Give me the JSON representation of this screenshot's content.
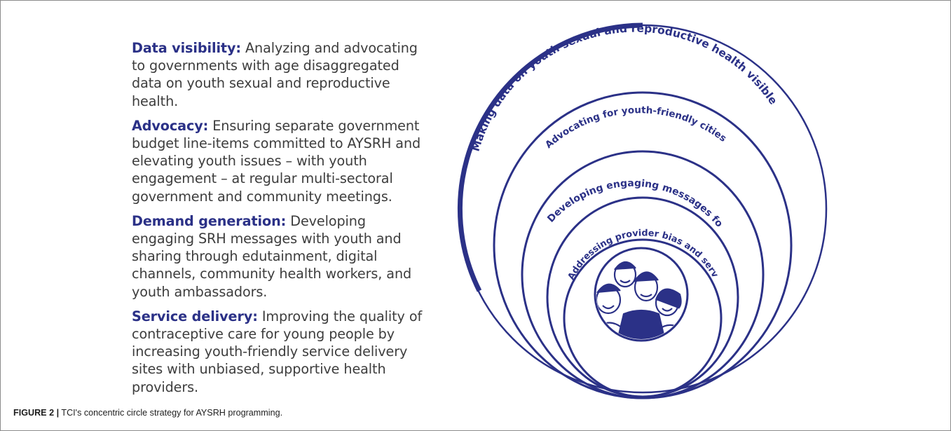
{
  "paragraphs": [
    {
      "heading": "Data visibility:",
      "body": " Analyzing and advocating to governments with age disaggregated data on youth sexual and reproductive health."
    },
    {
      "heading": "Advocacy:",
      "body": " Ensuring separate government budget line-items committed to AYSRH and elevating youth issues – with youth engagement – at regular multi-sectoral government and community meetings."
    },
    {
      "heading": "Demand generation:",
      "body": " Developing engaging SRH messages with youth and sharing through edutainment, digital channels, community health workers, and youth ambassadors."
    },
    {
      "heading": "Service delivery:",
      "body": " Improving the quality of contraceptive care for young people by increasing youth-friendly service delivery sites with unbiased, supportive health providers."
    }
  ],
  "circles": [
    {
      "label": "Making data on youth sexual and reproductive health visible"
    },
    {
      "label": "Advocating for youth-friendly cities"
    },
    {
      "label": "Developing engaging messages for youth"
    },
    {
      "label": "Addressing provider bias and service quality"
    }
  ],
  "caption": {
    "label": "FIGURE 2 |",
    "text": " TCI's concentric circle strategy for AYSRH programming."
  },
  "colors": {
    "navy": "#2b3187",
    "text": "#3d3d3d"
  }
}
